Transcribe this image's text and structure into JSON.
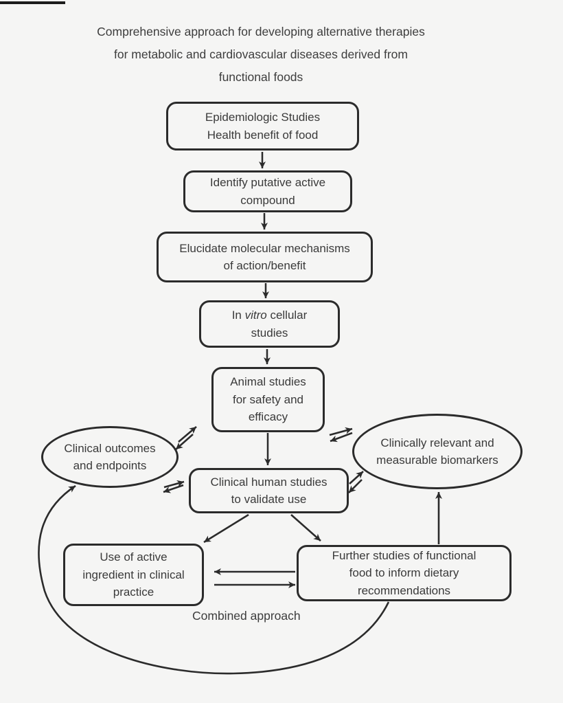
{
  "colors": {
    "background": "#f5f5f4",
    "stroke": "#2b2b2b",
    "text": "#3a3a3a"
  },
  "title": {
    "line1": "Comprehensive approach for developing alternative therapies",
    "line2": "for metabolic and cardiovascular diseases derived from",
    "line3": "functional foods"
  },
  "nodes": {
    "epidemiologic": {
      "line1": "Epidemiologic Studies",
      "line2": "Health benefit of food"
    },
    "identify": {
      "line1": "Identify putative active",
      "line2": "compound"
    },
    "elucidate": {
      "line1": "Elucidate molecular mechanisms",
      "line2": "of action/benefit"
    },
    "invitro": {
      "pre": "In ",
      "italic": "vitro",
      "post": " cellular",
      "line2": "studies"
    },
    "animal": {
      "line1": "Animal studies",
      "line2": "for safety and",
      "line3": "efficacy"
    },
    "clinical_human": {
      "line1": "Clinical human studies",
      "line2": "to validate use"
    },
    "use_active": {
      "line1": "Use of active",
      "line2": "ingredient in clinical",
      "line3": "practice"
    },
    "further_studies": {
      "line1": "Further studies of functional",
      "line2": "food to inform dietary",
      "line3": "recommendations"
    },
    "outcomes": {
      "line1": "Clinical outcomes",
      "line2": "and endpoints"
    },
    "biomarkers": {
      "line1": "Clinically relevant and",
      "line2": "measurable biomarkers"
    }
  },
  "labels": {
    "combined_approach": "Combined approach"
  }
}
